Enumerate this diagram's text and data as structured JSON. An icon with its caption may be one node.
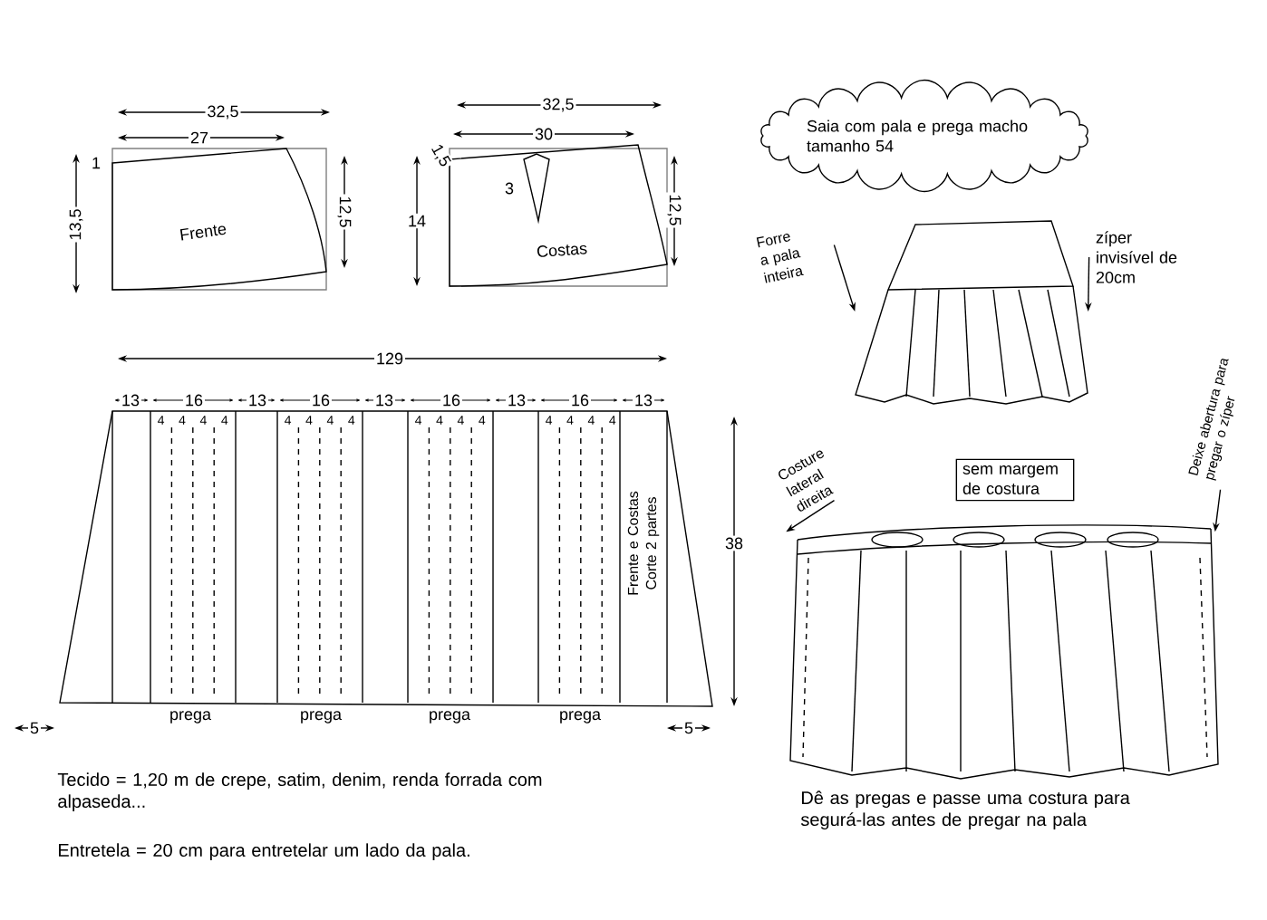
{
  "diagram": {
    "nodes": [
      {
        "text": [
          "Saia com pala e prega macho tamanho 54"
        ]
      },
      {
        "text": [
          "Frente"
        ]
      },
      {
        "text": [
          "Costas"
        ]
      },
      {
        "text": [
          "Frente e Costas Corte 2 partes"
        ]
      },
      {
        "text": [],
        "shape": "picture"
      },
      {
        "text": [
          "Forre a pala inteira"
        ]
      },
      {
        "text": [
          "zíper invisível de 20cm"
        ]
      },
      {
        "text": [
          "sem margem de costura"
        ]
      },
      {
        "text": [],
        "shape": "picture"
      },
      {
        "text": [
          "Costure lateral direita"
        ]
      },
      {
        "text": [
          "Deixe abertura para pregar o zíper"
        ]
      }
    ],
    "edges": [
      {
        "from": 5,
        "to": 4,
        "arrow": "to"
      },
      {
        "from": 6,
        "to": 4,
        "arrow": "to"
      },
      {
        "from": 9,
        "to": 8,
        "arrow": "to"
      },
      {
        "from": 10,
        "to": 8,
        "arrow": "to"
      }
    ],
    "labels": [
      "32,5",
      "27",
      "1",
      "13,5",
      "12,5",
      "32,5",
      "30",
      "1,5",
      "3",
      "14",
      "12,5",
      "129",
      "13",
      "16",
      "13",
      "16",
      "13",
      "16",
      "13",
      "16",
      "13",
      "4",
      "4",
      "4",
      "4",
      "4",
      "4",
      "4",
      "4",
      "4",
      "4",
      "4",
      "4",
      "4",
      "4",
      "4",
      "4",
      "38",
      "5",
      "prega",
      "prega",
      "prega",
      "prega",
      "5",
      "Dê as pregas e passe uma costura para segurá-las antes de pregar na pala",
      "Tecido = 1,20 m de crepe, satim, denim, renda forrada com alpaseda...",
      "Entretela = 20 cm para entretelar um lado da pala."
    ]
  }
}
